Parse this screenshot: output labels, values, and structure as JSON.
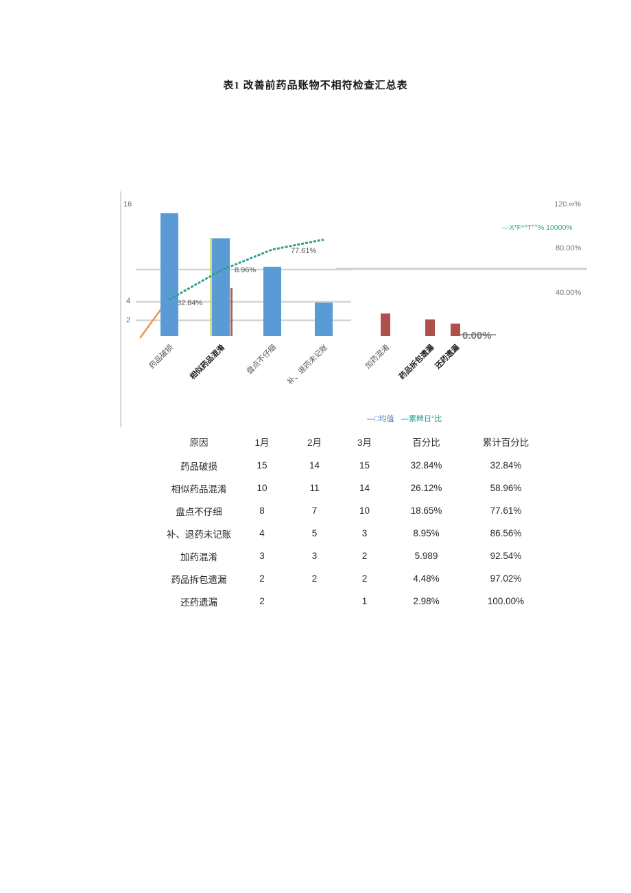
{
  "page": {
    "title": "表1 改善前药品账物不相符检查汇总表"
  },
  "chart": {
    "left_axis_labels": [
      "16",
      "4",
      "2"
    ],
    "right_axis_labels": [
      "120.∞%",
      "80.00%",
      "40.00%"
    ],
    "legend_top": "—X*F*^T°°% 10000%",
    "legend_bottom_1": "—□均值",
    "legend_bottom_2": "—累睥日°比",
    "annotations": [
      "32.84%",
      "8.96%",
      "77.61%"
    ],
    "strike_label": "0.00%",
    "colors": {
      "bar": "#5b9bd5",
      "bar_small": "#b0504c",
      "line": "#2e9e8f",
      "orange": "#e8964e",
      "grid": "#cfcfcf"
    }
  },
  "chart_data": {
    "type": "bar",
    "subtype": "pareto (bar + cumulative line)",
    "categories": [
      "药品破损",
      "相似药品混淆",
      "盘点不仔细",
      "补、退药未记账",
      "加药混淆",
      "药品拆包遗漏",
      "还药遗漏"
    ],
    "series": [
      {
        "name": "均值",
        "type": "bar",
        "values": [
          14.7,
          11.7,
          8.3,
          4,
          2.7,
          2,
          1.5
        ]
      },
      {
        "name": "累计百分比",
        "type": "line",
        "values": [
          32.84,
          58.96,
          77.61,
          86.56,
          92.54,
          97.02,
          100
        ]
      }
    ],
    "left_ylim": [
      0,
      16
    ],
    "right_ylim": [
      0,
      120
    ],
    "grid": "partial horizontal",
    "legend_position": "top-right and below chart"
  },
  "table": {
    "headers": [
      "原因",
      "1月",
      "2月",
      "3月",
      "百分比",
      "累计百分比"
    ],
    "rows": [
      [
        "药品破损",
        "15",
        "14",
        "15",
        "32.84%",
        "32.84%"
      ],
      [
        "相似药品混淆",
        "10",
        "11",
        "14",
        "26.12%",
        "58.96%"
      ],
      [
        "盘点不仔细",
        "8",
        "7",
        "10",
        "18.65%",
        "77.61%"
      ],
      [
        "补、退药未记账",
        "4",
        "5",
        "3",
        "8.95%",
        "86.56%"
      ],
      [
        "加药混淆",
        "3",
        "3",
        "2",
        "5.989",
        "92.54%"
      ],
      [
        "药品拆包遗漏",
        "2",
        "2",
        "2",
        "4.48%",
        "97.02%"
      ],
      [
        "还药遗漏",
        "2",
        "",
        "1",
        "2.98%",
        "100.00%"
      ]
    ]
  }
}
